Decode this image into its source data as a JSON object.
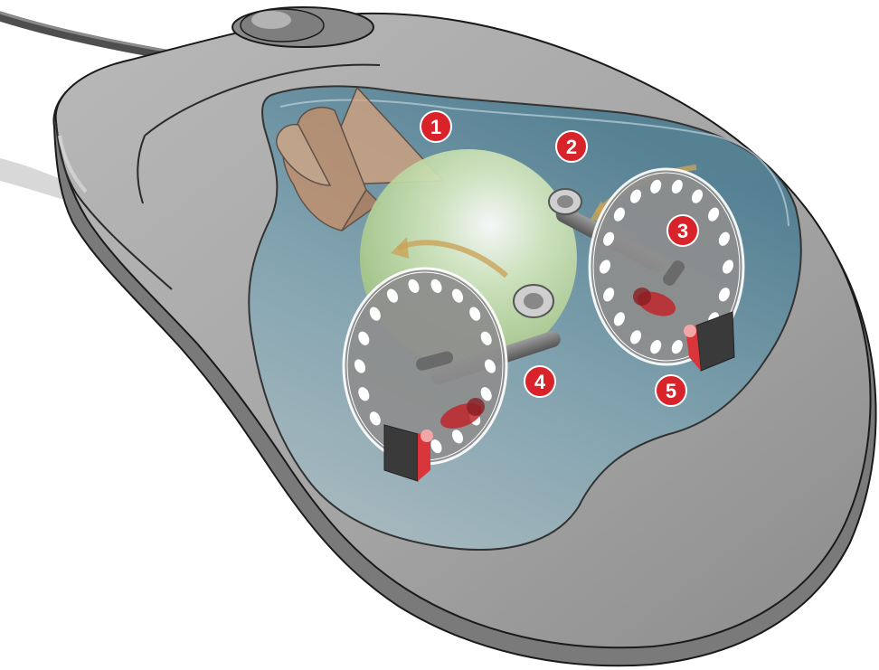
{
  "diagram": {
    "subject": "mechanical-ball-mouse-cutaway",
    "colors": {
      "shell": "#9a9a9a",
      "shell_dark": "#6f6f6f",
      "window": "#6e93a3",
      "ball": "#b8d79a",
      "disc": "#8e8e8e",
      "hole": "#ffffff",
      "led": "#c0262c",
      "sensor": "#3a3a3a",
      "prism": "#d8a37d",
      "arrow": "#c9a45a",
      "callout": "#d9232a"
    },
    "callouts": [
      {
        "label": "1",
        "part": "prism"
      },
      {
        "label": "2",
        "part": "roller-shaft"
      },
      {
        "label": "3",
        "part": "encoder-disc-y"
      },
      {
        "label": "4",
        "part": "encoder-disc-x"
      },
      {
        "label": "5",
        "part": "photo-sensor"
      }
    ]
  }
}
